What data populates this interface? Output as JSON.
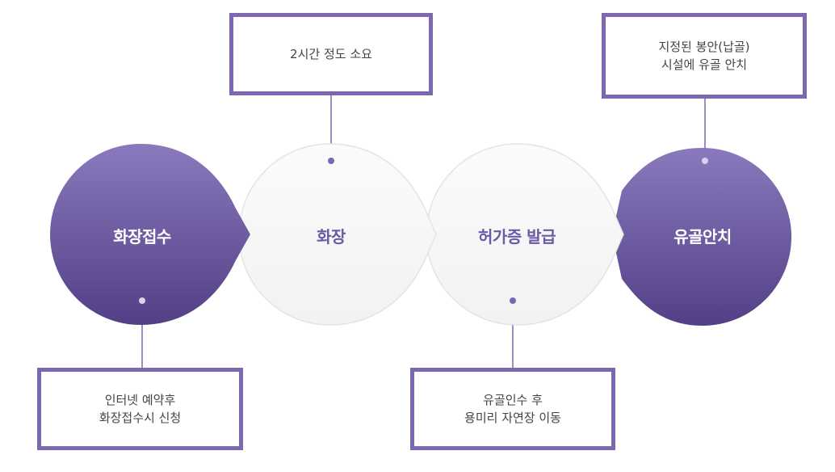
{
  "steps": [
    {
      "label": "화장접수"
    },
    {
      "label": "화장"
    },
    {
      "label": "허가증 발급"
    },
    {
      "label": "유골안치"
    }
  ],
  "notes": {
    "cremation": [
      "2시간 정도 소요"
    ],
    "enshrine": [
      "지정된 봉안(납골)",
      "시설에 유골 안치"
    ],
    "reception": [
      "인터넷 예약후",
      "화장접수시 신청"
    ],
    "permit": [
      "유골인수 후",
      "용미리 자연장 이동"
    ]
  },
  "colors": {
    "accent": "#7b68b0",
    "dark_fill": "#5f4b94",
    "light_fill": "#f7f7f7"
  }
}
